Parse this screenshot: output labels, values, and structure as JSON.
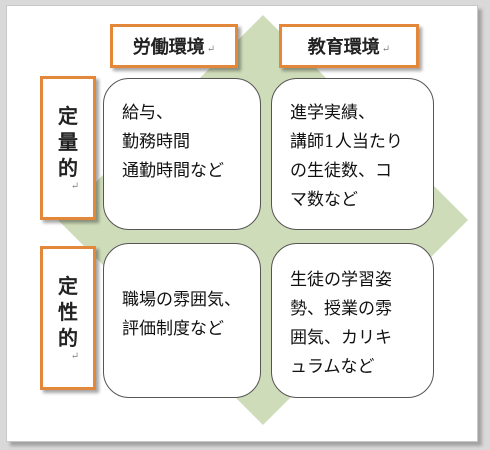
{
  "columns": {
    "labor": "労働環境",
    "education": "教育環境",
    "mark": "↵"
  },
  "rows": {
    "quantitative": [
      "定",
      "量",
      "的"
    ],
    "qualitative": [
      "定",
      "性",
      "的"
    ],
    "mark": "↵"
  },
  "cells": {
    "quant_labor": "給与、\n勤務時間\n通勤時間など",
    "quant_education": "進学実績、\n講師1人当たり\nの生徒数、コ\nマ数など",
    "qual_labor": "職場の雰囲気、\n評価制度など",
    "qual_education": "生徒の学習姿\n勢、授業の雰\n囲気、カリキ\nュラムなど"
  },
  "colors": {
    "accent_border": "#e3883a",
    "diamond": "#cfdcb9"
  }
}
